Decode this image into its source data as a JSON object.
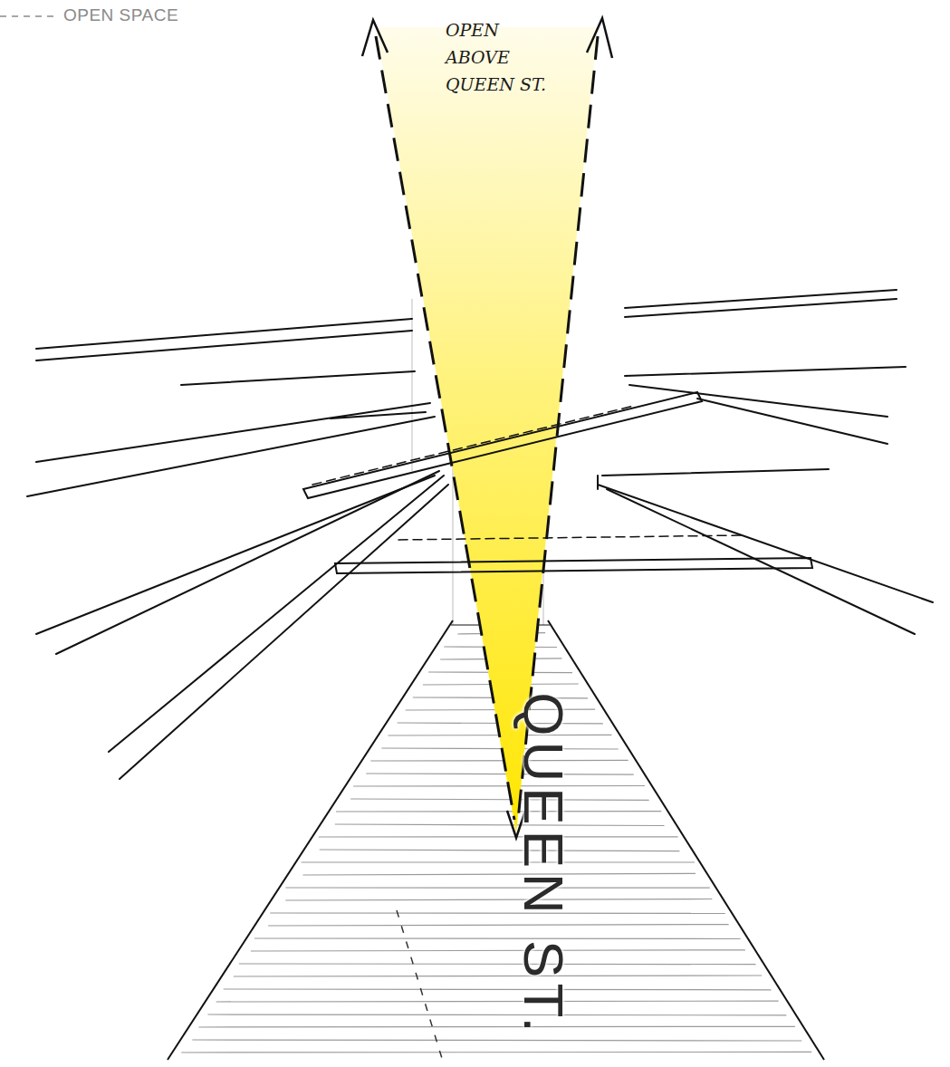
{
  "diagram": {
    "labels": [
      "OPEN ABOVE QUEEN ST.",
      "QUEEN ST."
    ],
    "legend": [
      {
        "text": "OPEN SPACE"
      }
    ]
  }
}
